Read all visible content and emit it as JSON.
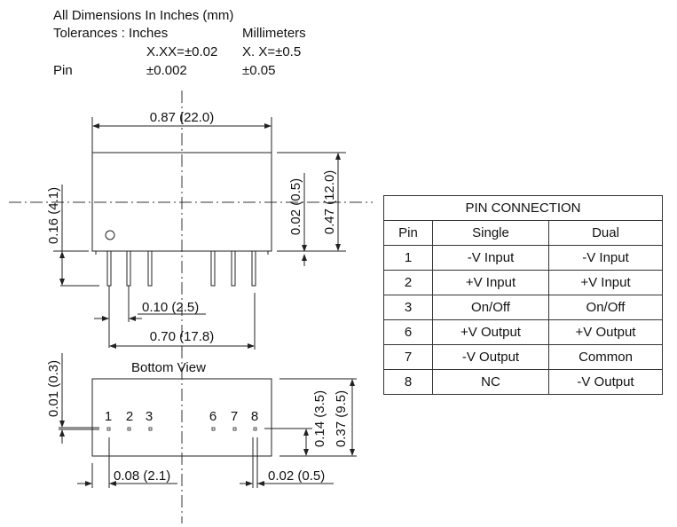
{
  "notes": {
    "line1": "All Dimensions In Inches (mm)",
    "tolerances_label": "Tolerances : Inches",
    "millimeters_label": "Millimeters",
    "inch_tol": "X.XX=±0.02",
    "mm_tol": "X. X=±0.5",
    "pin_label": "Pin",
    "pin_inch_tol": "±0.002",
    "pin_mm_tol": "±0.05"
  },
  "side_view": {
    "width": "0.87 (22.0)",
    "pin_length": "0.16 (4.1)",
    "standoff": "0.02 (0.5)",
    "height": "0.47 (12.0)",
    "pin_pitch": "0.10 (2.5)",
    "pin_span": "0.70 (17.8)"
  },
  "bottom_view": {
    "title": "Bottom View",
    "pin_numbers": [
      "1",
      "2",
      "3",
      "6",
      "7",
      "8"
    ],
    "pin_thickness": "0.01 (0.3)",
    "pin_row_offset": "0.14 (3.5)",
    "depth": "0.37 (9.5)",
    "edge_offset": "0.08 (2.1)",
    "pin_width": "0.02 (0.5)"
  },
  "pin_table": {
    "title": "PIN CONNECTION",
    "headers": [
      "Pin",
      "Single",
      "Dual"
    ],
    "rows": [
      [
        "1",
        "-V Input",
        "-V Input"
      ],
      [
        "2",
        "+V Input",
        "+V Input"
      ],
      [
        "3",
        "On/Off",
        "On/Off"
      ],
      [
        "6",
        "+V Output",
        "+V Output"
      ],
      [
        "7",
        "-V Output",
        "Common"
      ],
      [
        "8",
        "NC",
        "-V Output"
      ]
    ]
  }
}
